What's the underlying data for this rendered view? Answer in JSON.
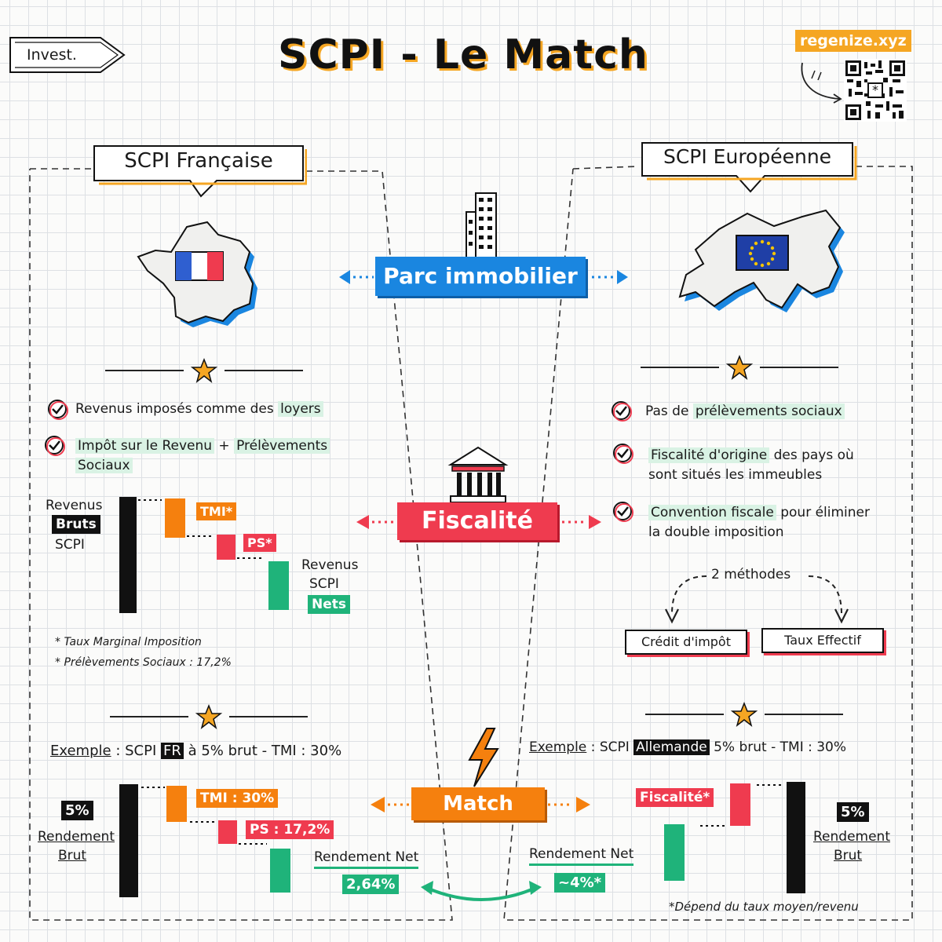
{
  "header": {
    "title": "SCPI - Le Match",
    "category_tag": "Invest.",
    "brand": "regenize.xyz"
  },
  "left": {
    "title": "SCPI Française",
    "points": [
      {
        "text_a": "Revenus imposés comme des ",
        "text_b": "loyers"
      },
      {
        "text_a": "Impôt sur le Revenu",
        "text_b": " + ",
        "text_c": "Prélèvements",
        "text_d": "Sociaux"
      }
    ],
    "waterfall": {
      "label_top_1": "Revenus",
      "label_top_2": "Bruts",
      "label_top_3": "SCPI",
      "tag_tmi": "TMI*",
      "tag_ps": "PS*",
      "label_net_1": "Revenus",
      "label_net_2": "SCPI",
      "label_net_3": "Nets"
    },
    "notes": [
      "* Taux Marginal Imposition",
      "* Prélèvements Sociaux : 17,2%"
    ],
    "example": {
      "prefix": "Exemple",
      "text_a": " : SCPI ",
      "tag": "FR",
      "text_b": " à 5% brut - TMI : 30%",
      "brut_value": "5%",
      "brut_label_1": "Rendement",
      "brut_label_2": "Brut",
      "tag_tmi": "TMI : 30%",
      "tag_ps": "PS : 17,2%",
      "net_label": "Rendement Net",
      "net_value": "2,64%"
    }
  },
  "center": {
    "pill_1": "Parc immobilier",
    "pill_2": "Fiscalité",
    "pill_3": "Match"
  },
  "right": {
    "title": "SCPI Européenne",
    "points": [
      {
        "text_a": "Pas de ",
        "text_b": "prélèvements sociaux"
      },
      {
        "text_a": "Fiscalité d'origine",
        "text_b": " des pays où",
        "text_c": "sont situés les immeubles"
      },
      {
        "text_a": "Convention fiscale",
        "text_b": " pour éliminer",
        "text_c": "la double imposition"
      }
    ],
    "methods_label": "2 méthodes",
    "methods": [
      "Crédit d'impôt",
      "Taux Effectif"
    ],
    "example": {
      "prefix": "Exemple",
      "text_a": " : SCPI ",
      "tag": "Allemande",
      "text_b": " 5% brut - TMI : 30%",
      "tag_fisc": "Fiscalité*",
      "brut_value": "5%",
      "brut_label_1": "Rendement",
      "brut_label_2": "Brut",
      "net_label": "Rendement Net",
      "net_value": "~4%*",
      "footnote": "*Dépend du taux moyen/revenu"
    }
  },
  "colors": {
    "orange": "#f5800e",
    "red": "#ef3b4f",
    "green": "#1fb37a",
    "blue": "#1a86e0",
    "yellow": "#f5a623"
  }
}
